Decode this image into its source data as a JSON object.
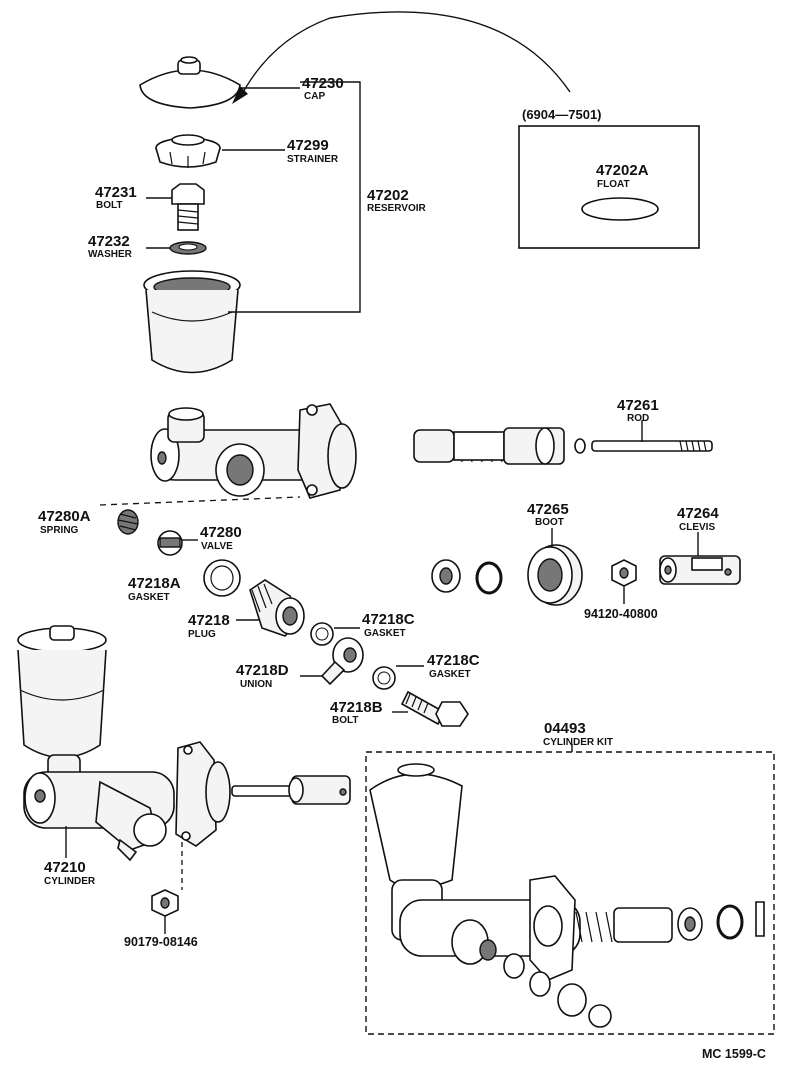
{
  "parts": {
    "cap": {
      "number": "47230",
      "name": "CAP"
    },
    "strainer": {
      "number": "47299",
      "name": "STRAINER"
    },
    "reservoir": {
      "number": "47202",
      "name": "RESERVOIR"
    },
    "bolt_47231": {
      "number": "47231",
      "name": "BOLT"
    },
    "washer": {
      "number": "47232",
      "name": "WASHER"
    },
    "float": {
      "number": "47202A",
      "name": "FLOAT"
    },
    "rod": {
      "number": "47261",
      "name": "ROD"
    },
    "spring": {
      "number": "47280A",
      "name": "SPRING"
    },
    "valve": {
      "number": "47280",
      "name": "VALVE"
    },
    "boot": {
      "number": "47265",
      "name": "BOOT"
    },
    "clevis": {
      "number": "47264",
      "name": "CLEVIS"
    },
    "gasket_a": {
      "number": "47218A",
      "name": "GASKET"
    },
    "nut_94120": {
      "number": "94120-40800"
    },
    "plug": {
      "number": "47218",
      "name": "PLUG"
    },
    "gasket_c1": {
      "number": "47218C",
      "name": "GASKET"
    },
    "union": {
      "number": "47218D",
      "name": "UNION"
    },
    "gasket_c2": {
      "number": "47218C",
      "name": "GASKET"
    },
    "bolt_47218b": {
      "number": "47218B",
      "name": "BOLT"
    },
    "cylinder_kit": {
      "number": "04493",
      "name": "CYLINDER KIT"
    },
    "cylinder": {
      "number": "47210",
      "name": "CYLINDER"
    },
    "nut_90179": {
      "number": "90179-08146"
    }
  },
  "float_box": {
    "range": "(6904—7501)"
  },
  "diagram_ref": "MC 1599-C"
}
